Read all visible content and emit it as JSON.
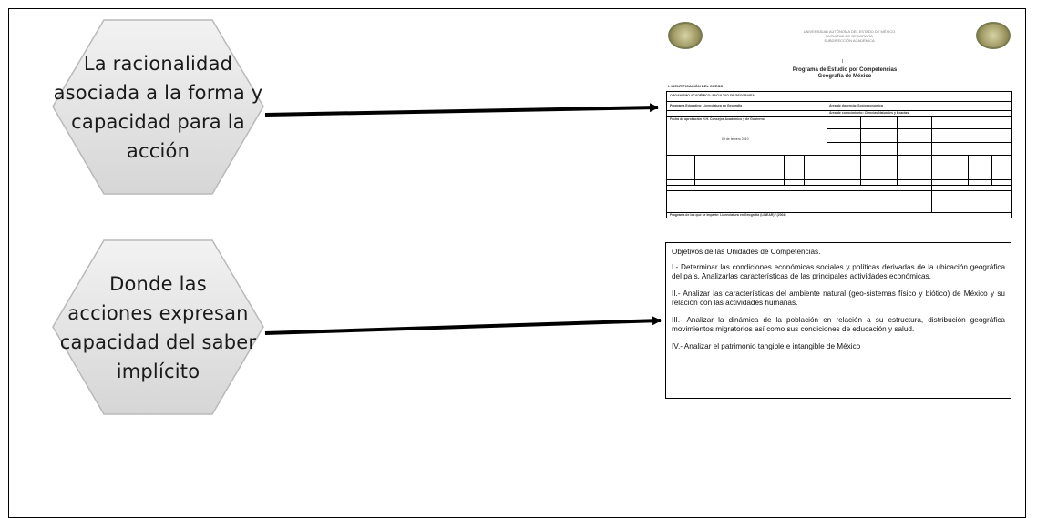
{
  "hexagons": [
    {
      "text": "La racionalidad\nasociada a la forma y\ncapacidad para la\nacción"
    },
    {
      "text": "Donde las\nacciones expresan\ncapacidad del saber\nimplícito"
    }
  ],
  "document1": {
    "university": "UNIVERSIDAD AUTÓNOMA DEL ESTADO DE MÉXICO\nFACULTAD DE GEOGRAFÍA\nSUBDIRECCIÓN ACADÉMICA",
    "page_mark": "I",
    "title": "Programa de Estudio por Competencias\nGeografía de México",
    "section": "I. IDENTIFICACIÓN DEL CURSO",
    "row_org": "ORGANISMO ACADÉMICO: FACULTAD DE GEOGRAFÍA",
    "row_program": "Programa Educativo: Licenciatura en Geografía",
    "row_area": "Área de docencia: Socioeconómica",
    "row_date": "Fecha de aprobación H.H. Consejos Académico y de Gobierno:",
    "row_date_val": "09 de febrero 2010",
    "row_area2": "Área de conocimiento: Ciencias Naturales y Exactas",
    "row_final": "Programa de los que se imparte: Licenciatura en Geografía (LINEAR) / (2004)"
  },
  "document2": {
    "heading": "Objetivos de las Unidades de Competencias.",
    "items": [
      "I.- Determinar las condiciones económicas sociales y políticas derivadas de la ubicación geográfica del país. Analizarlas características de las principales actividades económicas.",
      "II.- Analizar las características del ambiente natural (geo-sistemas físico y biótico) de México y su relación con las actividades humanas.",
      "III.- Analizar la dinámica de la población en relación a su estructura, distribución geográfica movimientos migratorios así como sus condiciones de educación y salud.",
      "IV.- Analizar el patrimonio tangible e intangible de México"
    ]
  }
}
